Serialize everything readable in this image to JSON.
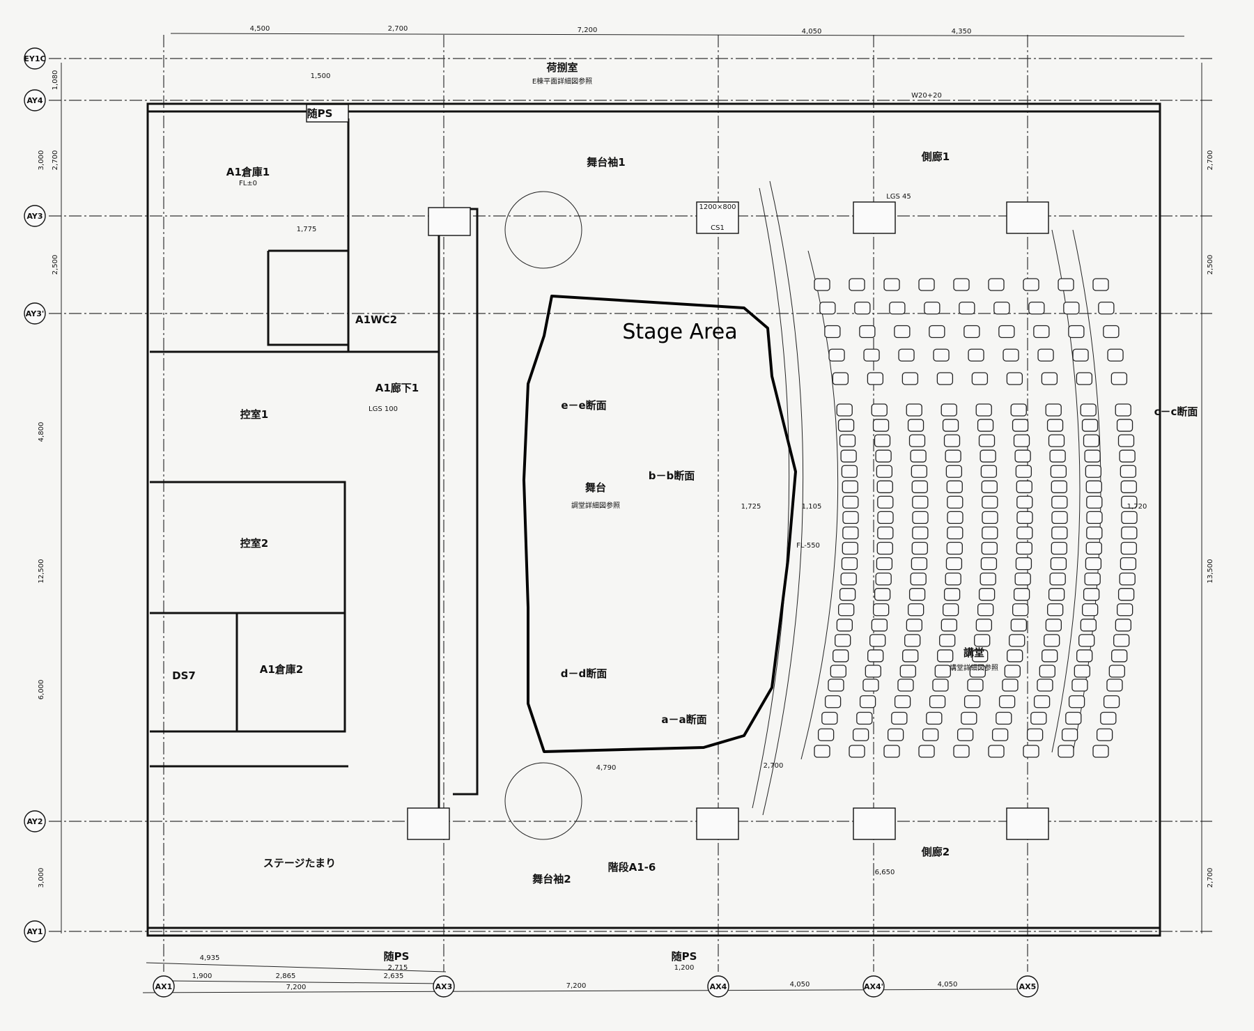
{
  "drawing": {
    "annotation": "Stage Area",
    "axes_horizontal": [
      "EY1C",
      "AY4",
      "AY3",
      "AY3'",
      "AY2",
      "AY1"
    ],
    "axes_vertical": [
      "AX1",
      "AX3",
      "AX4",
      "AX4'",
      "AX5"
    ],
    "rooms": {
      "loading": "荷捌室",
      "loading_ref": "E棟平面詳細図参照",
      "wing1": "舞台袖1",
      "aisle1": "側廊1",
      "storage1": "A1倉庫1",
      "wc2": "A1WC2",
      "corridor1": "A1廊下1",
      "waiting1": "控室1",
      "waiting2": "控室2",
      "ds7": "DS7",
      "storage2": "A1倉庫2",
      "stage_pool": "ステージたまり",
      "wing2": "舞台袖2",
      "stair": "階段A1-6",
      "aisle2": "側廊2",
      "auditorium": "講堂",
      "auditorium_ref": "講堂詳細図参照",
      "stage": "舞台",
      "stage_ref": "調堂詳細図参照",
      "ps_top": "随PS",
      "ps_bottom1": "随PS",
      "ps_bottom2": "随PS",
      "fl": "FL±0"
    },
    "sections": {
      "ee": "e－e断面",
      "bb": "b－b断面",
      "dd": "d－d断面",
      "aa": "a－a断面",
      "cc": "c－c断面"
    },
    "dims_top": [
      "4,500",
      "2,700",
      "7,200",
      "4,050",
      "4,350"
    ],
    "dims_bottom": [
      "4,935",
      "2,715",
      "1,900",
      "2,865",
      "2,635",
      "7,200",
      "7,200",
      "1,200",
      "4,050",
      "4,050"
    ],
    "dims_left": [
      "1,080",
      "3,000",
      "2,700",
      "2,500",
      "4,800",
      "12,500",
      "6,000",
      "3,000"
    ],
    "dims_right": [
      "2,700",
      "2,500",
      "13,500",
      "2,700"
    ],
    "notes": [
      "1,725",
      "1,105",
      "1,720",
      "4,790",
      "2,700",
      "6,650",
      "1,500",
      "1,775",
      "FL-550",
      "LGS 100",
      "LGS 45",
      "W20+20",
      "1200×800",
      "CS1"
    ]
  }
}
